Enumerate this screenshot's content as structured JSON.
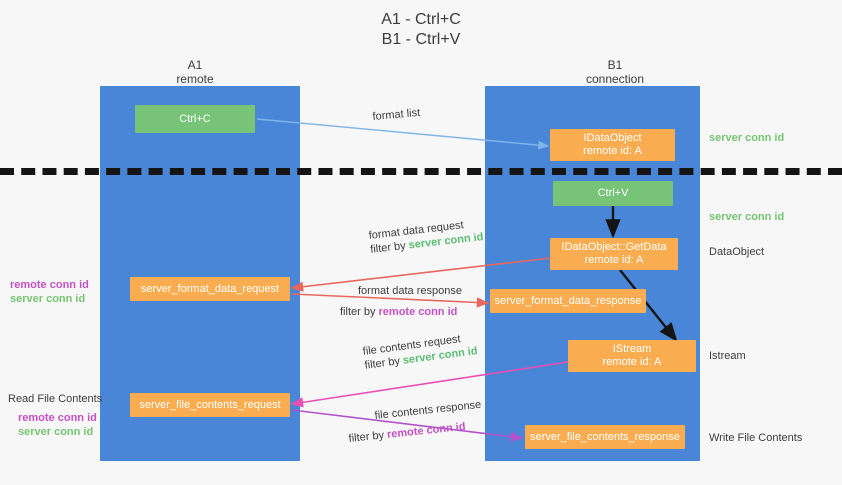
{
  "title": {
    "line1": "A1 - Ctrl+C",
    "line2": "B1 - Ctrl+V"
  },
  "columns": [
    {
      "name": "A1",
      "role": "remote"
    },
    {
      "name": "B1",
      "role": "connection"
    }
  ],
  "nodes": {
    "ctrl_c": {
      "label": "Ctrl+C",
      "color": "#77c479"
    },
    "ctrl_v": {
      "label": "Ctrl+V",
      "color": "#77c479"
    },
    "idataobject_top": {
      "label": "IDataObject",
      "sub": "remote id: A",
      "color": "#f9ad50"
    },
    "idataobject_getdata": {
      "label": "IDataObject::GetData",
      "sub": "remote id: A",
      "color": "#f9ad50"
    },
    "istream": {
      "label": "IStream",
      "sub": "remote id: A",
      "color": "#f9ad50"
    },
    "server_format_data_request": {
      "label": "server_format_data_request",
      "color": "#f9ad50"
    },
    "server_format_data_response": {
      "label": "server_format_data_response",
      "color": "#f9ad50"
    },
    "server_file_contents_request": {
      "label": "server_file_contents_request",
      "color": "#f9ad50"
    },
    "server_file_contents_response": {
      "label": "server_file_contents_response",
      "color": "#f9ad50"
    }
  },
  "edges": {
    "format_list": {
      "label": "format list"
    },
    "format_data_request": {
      "label": "format data request",
      "filter_prefix": "filter by ",
      "filter_value": "server conn id"
    },
    "format_data_response": {
      "label": "format data response",
      "filter_prefix": "filter by ",
      "filter_value": "remote conn id"
    },
    "file_contents_request": {
      "label": "file contents request",
      "filter_prefix": "filter by ",
      "filter_value": "server conn id"
    },
    "file_contents_response": {
      "label": "file contents response",
      "filter_prefix": "filter by ",
      "filter_value": "remote conn id"
    }
  },
  "right_labels": {
    "server_conn_id_top": "server conn id",
    "server_conn_id_mid": "server conn id",
    "dataobject": "DataObject",
    "istream": "Istream",
    "write_file_contents": "Write File Contents"
  },
  "left_labels": {
    "read_file_contents": "Read File Contents",
    "conn_pair_upper": {
      "remote": "remote conn id",
      "server": "server conn id"
    },
    "conn_pair_lower": {
      "remote": "remote conn id",
      "server": "server conn id"
    }
  },
  "colors": {
    "lane": "#4a86d8",
    "orange": "#f9ad50",
    "green": "#77c479",
    "remote_conn": "#c452c4",
    "server_conn": "#76c474",
    "arrow_blue": "#7fb5e8",
    "arrow_red": "#e8675d",
    "arrow_pink": "#e850b4",
    "arrow_purple": "#b053c8",
    "arrow_black": "#141414",
    "background": "#f7f7f7"
  }
}
